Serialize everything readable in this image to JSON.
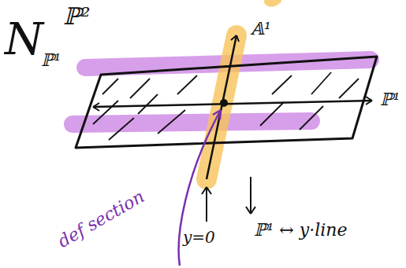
{
  "diagram": {
    "labels": [
      "N",
      "ℙ¹",
      "ℙ²",
      "𝔸¹",
      "ℙ¹",
      "y=0",
      "ℙ¹ ↔ y·line",
      "def section"
    ]
  }
}
